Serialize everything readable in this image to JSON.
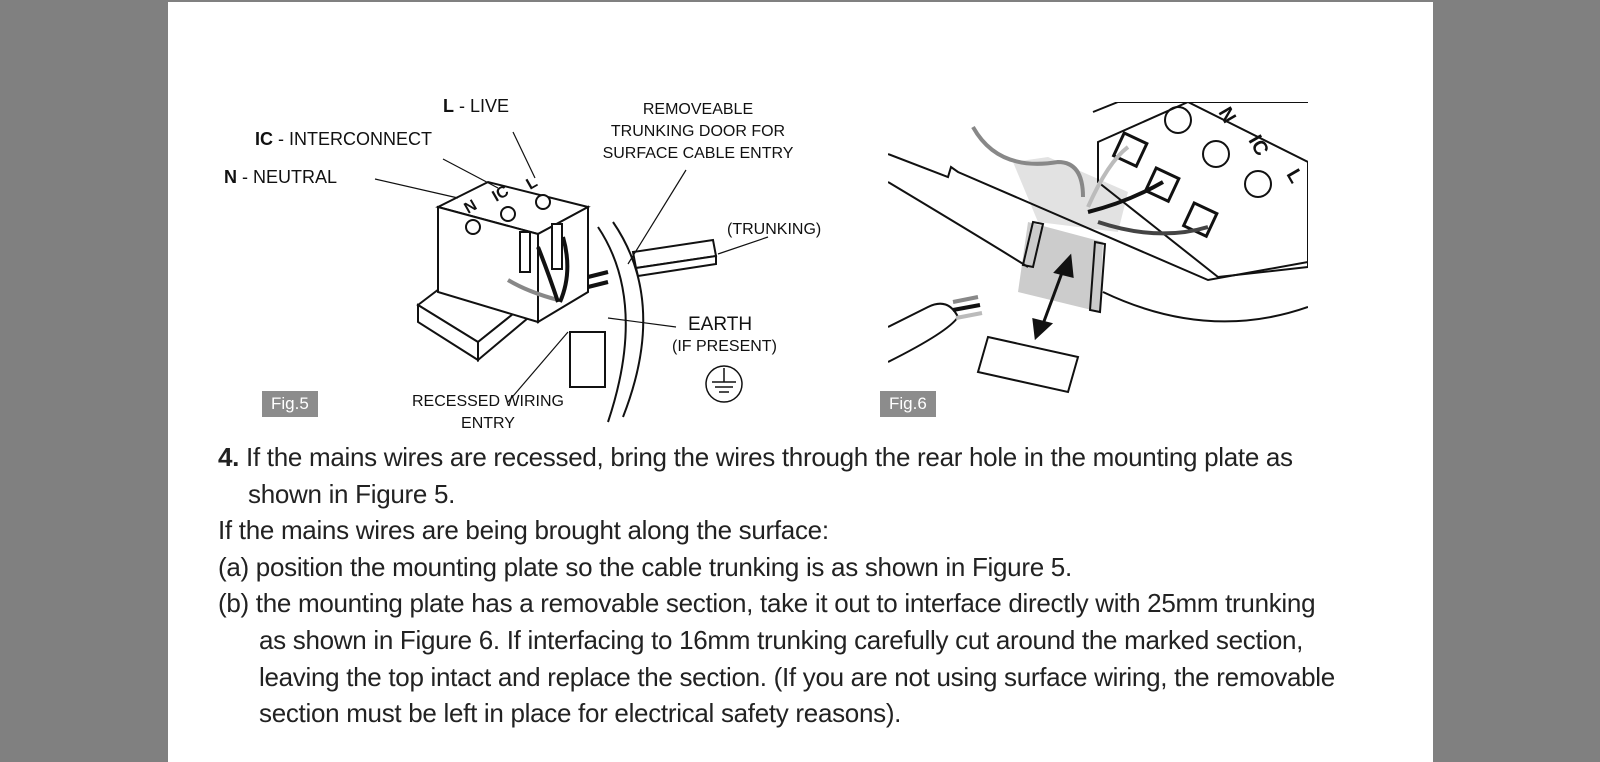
{
  "fig5": {
    "label": "Fig.5",
    "live_key": "L",
    "live_text": " - LIVE",
    "ic_key": "IC",
    "ic_text": " - INTERCONNECT",
    "neutral_key": "N",
    "neutral_text": " - NEUTRAL",
    "door_line1": "REMOVEABLE",
    "door_line2": "TRUNKING DOOR FOR",
    "door_line3": "SURFACE CABLE ENTRY",
    "trunking": "(TRUNKING)",
    "earth": "EARTH",
    "earth_note": "(IF PRESENT)",
    "recessed_line1": "RECESSED WIRING",
    "recessed_line2": "ENTRY",
    "terminal_marks": [
      "N",
      "IC",
      "L"
    ]
  },
  "fig6": {
    "label": "Fig.6",
    "terminal_marks": [
      "N",
      "IC",
      "L"
    ]
  },
  "text": {
    "step_num": "4.",
    "step_text": " If the mains wires are recessed, bring the wires through the rear hole in the mounting plate as",
    "step_text_cont": "shown in Figure 5.",
    "surface_intro": "If the mains wires are being brought along the surface:",
    "item_a": "(a) position the mounting plate so the cable trunking is as shown in Figure 5.",
    "item_b_1": "(b) the mounting plate has a removable section, take it out to interface directly with 25mm trunking",
    "item_b_2": "as shown in Figure 6. If interfacing to 16mm trunking carefully cut around the marked section,",
    "item_b_3": "leaving the top intact and replace the section. (If you are not using surface wiring, the removable",
    "item_b_4": "section must be left in place for electrical safety reasons)."
  }
}
